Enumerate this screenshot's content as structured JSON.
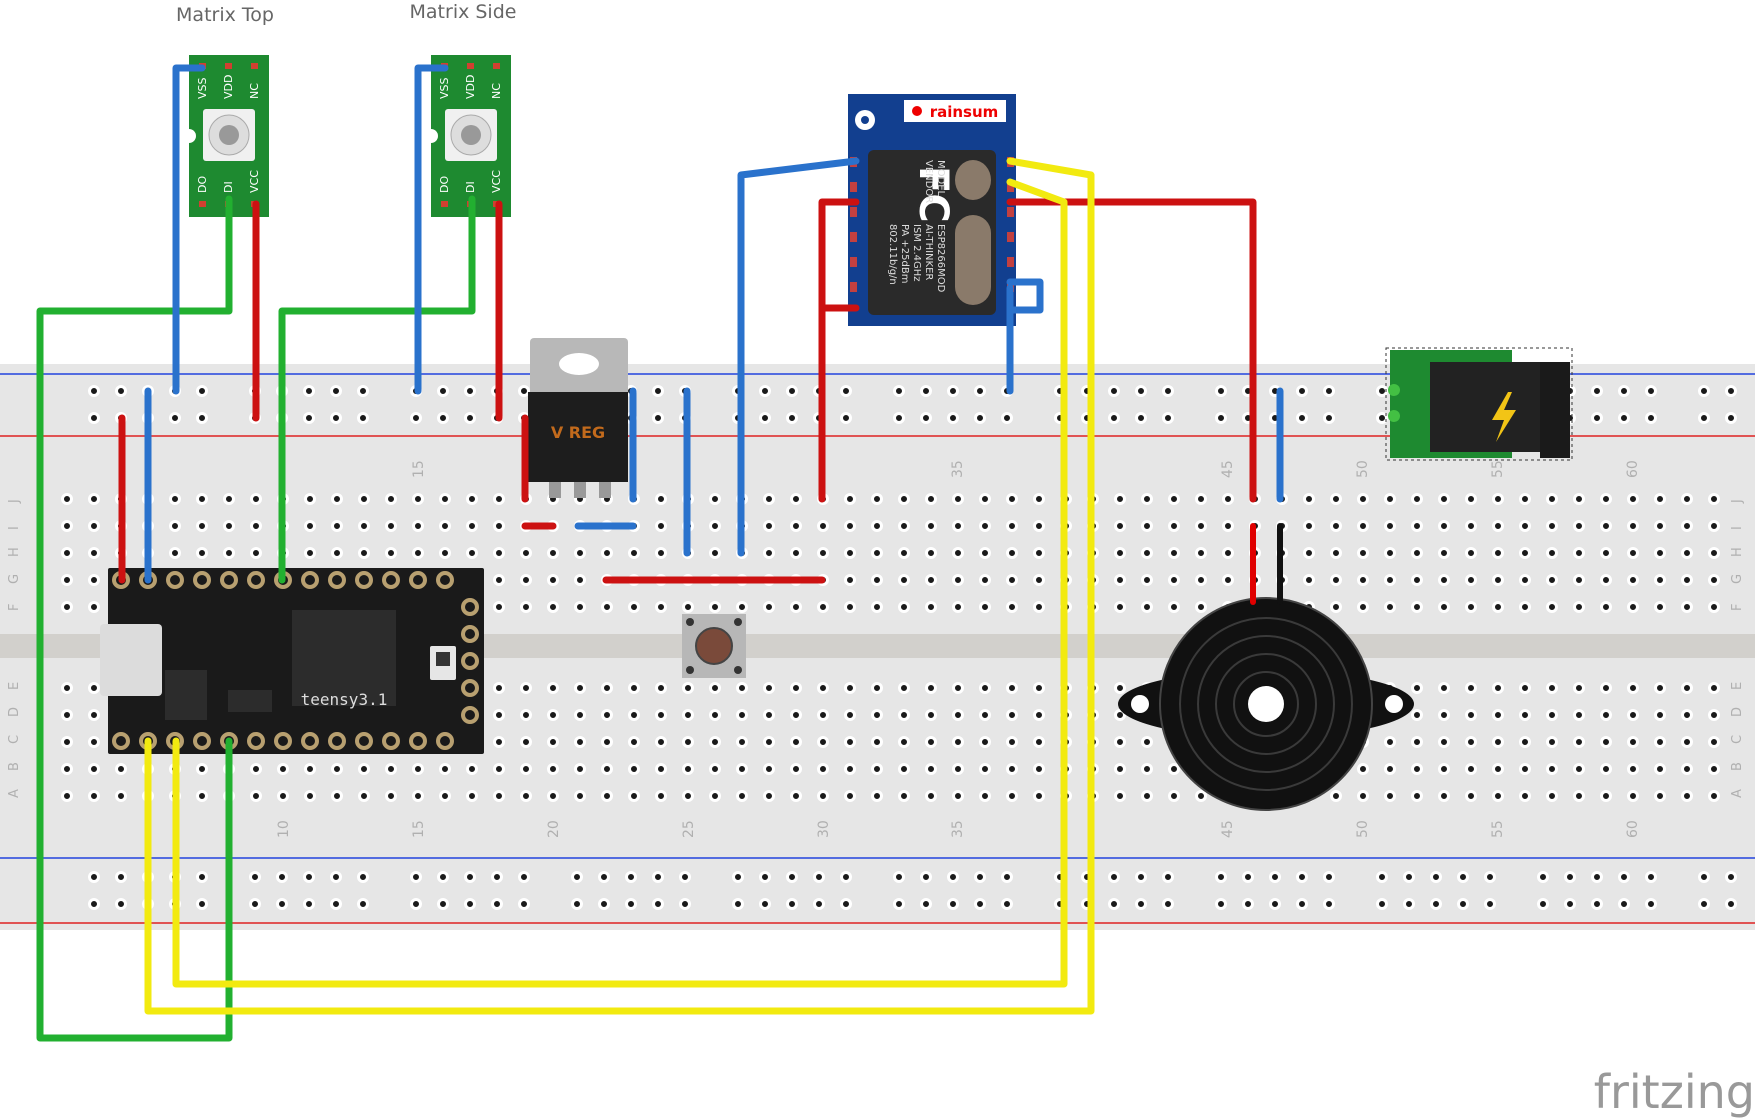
{
  "labels": {
    "matrix_top": "Matrix Top",
    "matrix_side": "Matrix Side",
    "logo": "fritzing"
  },
  "led_pins": {
    "top": [
      "VSS",
      "VDD",
      "NC"
    ],
    "bottom": [
      "DO",
      "DI",
      "VCC"
    ]
  },
  "breadboard": {
    "row_letters_upper": [
      "J",
      "I",
      "H",
      "G",
      "F"
    ],
    "row_letters_lower": [
      "E",
      "D",
      "C",
      "B",
      "A"
    ],
    "column_numbers_top": [
      "15",
      "35",
      "45",
      "50",
      "55",
      "60"
    ],
    "column_numbers_bottom": [
      "10",
      "15",
      "20",
      "25",
      "30",
      "35",
      "45",
      "50",
      "55",
      "60"
    ]
  },
  "wifi_module": {
    "brand": "rainsum",
    "fcc_logo": "FC",
    "spec_lines": [
      "MODEL",
      "VENDOR",
      "ESP8266MOD",
      "AI-THINKER",
      "ISM 2.4GHz",
      "PA +25dBm",
      "802.11b/g/n"
    ]
  },
  "regulator": {
    "label": "V REG"
  },
  "teensy": {
    "label": "teensy3.1"
  },
  "colors": {
    "breadboard": "#e6e6e6",
    "rail_blue": "#2244dd",
    "rail_red": "#dd2222",
    "wire_green": "#22b030",
    "wire_red": "#cc1111",
    "wire_blue": "#2a72cc",
    "wire_yellow": "#f2ea10",
    "pcb_green": "#1e8a30",
    "esp_blue": "#123f8f"
  }
}
